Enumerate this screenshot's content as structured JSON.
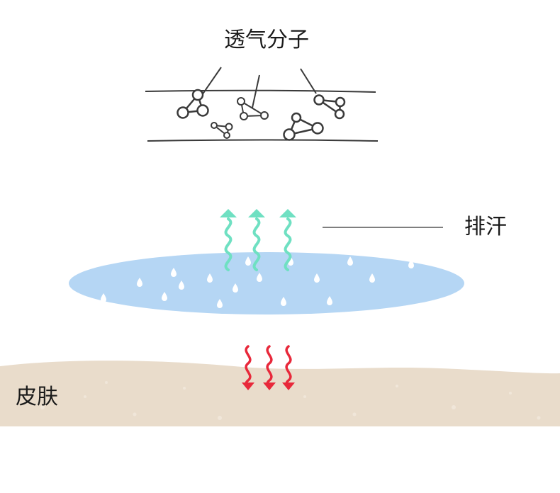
{
  "labels": {
    "breathable_molecules": "透气分子",
    "sweat_wicking": "排汗",
    "skin": "皮肤"
  },
  "colors": {
    "background": "#ffffff",
    "skin": "#e9dccb",
    "sweat_layer": "#b5d6f4",
    "droplet": "#ffffff",
    "upward_arrow": "#6fe0c2",
    "downward_arrow": "#e8283a",
    "line": "#3a3a3a"
  },
  "icons": {
    "upward_arrows": "wavy-up-arrow-icon",
    "downward_arrows": "wavy-down-arrow-icon",
    "droplets": "water-droplet-icon",
    "molecules": "molecule-icon"
  }
}
